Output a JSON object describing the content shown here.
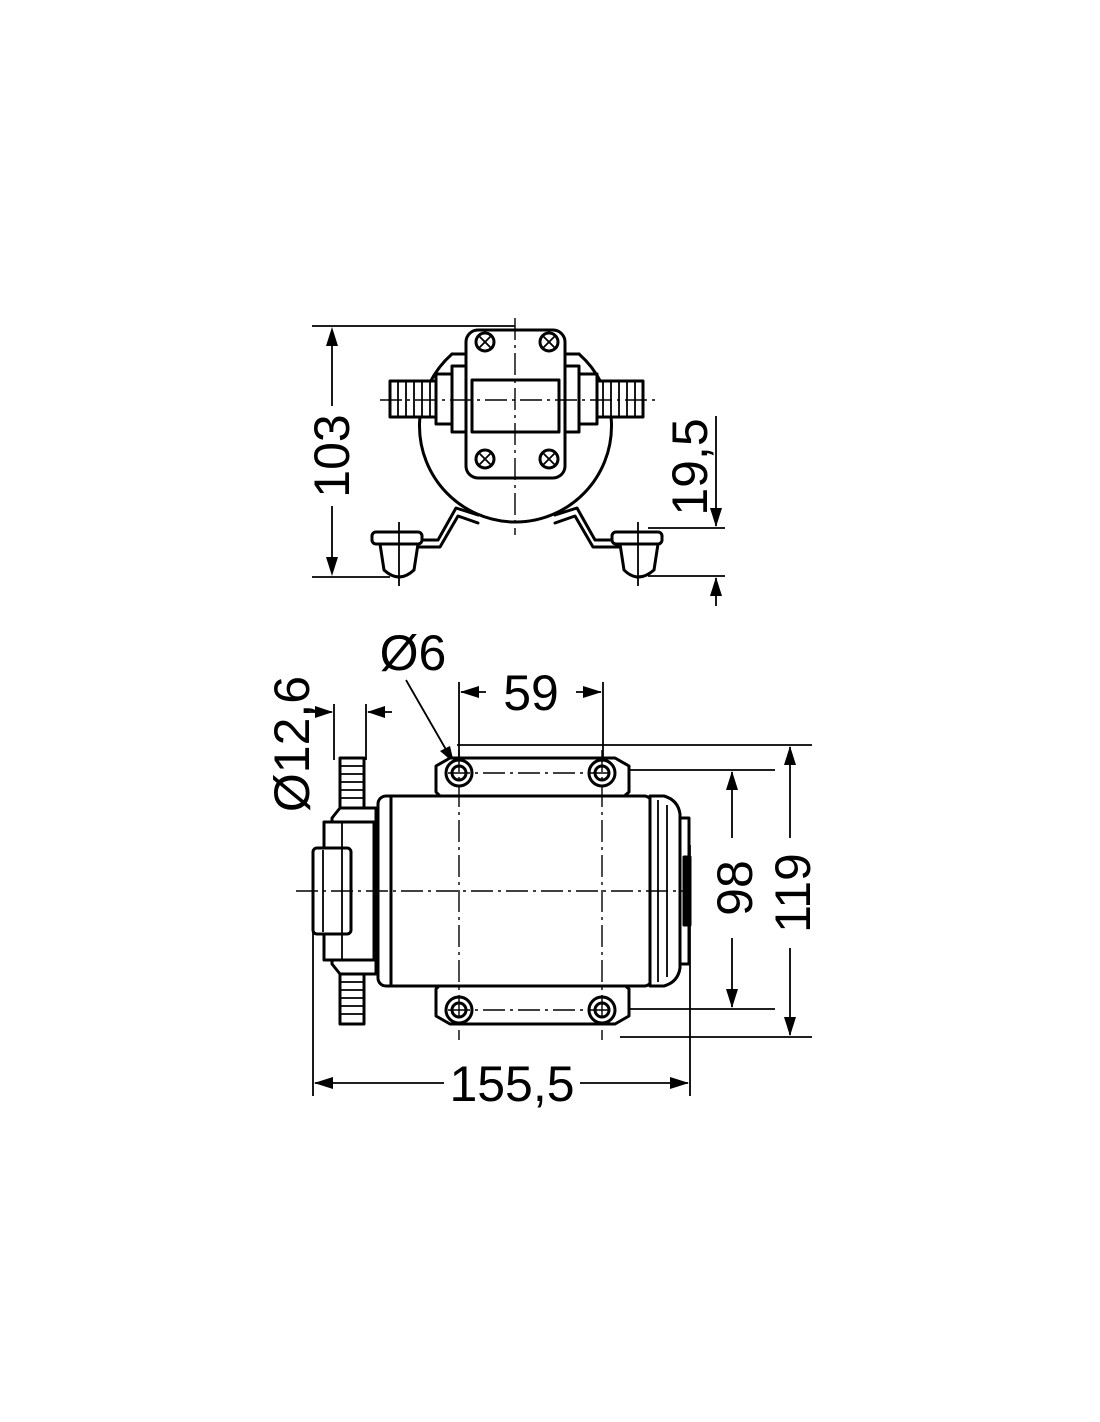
{
  "dimensions": {
    "front_height": "103",
    "front_foot_offset": "19,5",
    "hole_diameter": "Ø6",
    "hole_spacing": "59",
    "port_diameter": "Ø12,6",
    "inner_width": "98",
    "outer_width": "119",
    "total_length": "155,5"
  }
}
